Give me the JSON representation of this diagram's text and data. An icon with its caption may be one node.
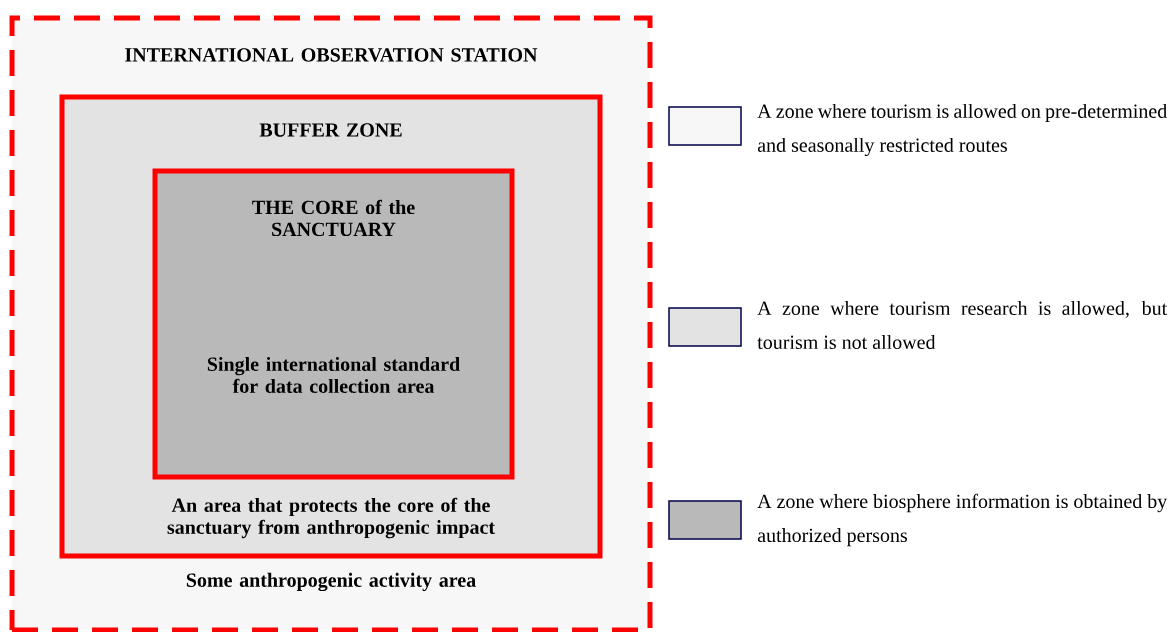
{
  "diagram": {
    "nodes": [
      {
        "text": [
          "INTERNATIONAL OBSERVATION STATION",
          "Some anthropogenic activity area"
        ]
      },
      {
        "text": [
          "BUFFER ZONE",
          "An area that protects the core of the sanctuary from anthropogenic impact"
        ],
        "in": 0
      },
      {
        "text": [
          "THE CORE of the SANCTUARY",
          "Single international standard for data collection area"
        ],
        "in": 1
      }
    ],
    "legend": [
      {
        "text": "A zone where tourism is allowed on pre-determined and seasonally restricted routes"
      },
      {
        "text": "A zone where tourism research is allowed, but tourism is not allowed"
      },
      {
        "text": "A zone where biosphere information is obtained by authorized persons"
      }
    ]
  }
}
